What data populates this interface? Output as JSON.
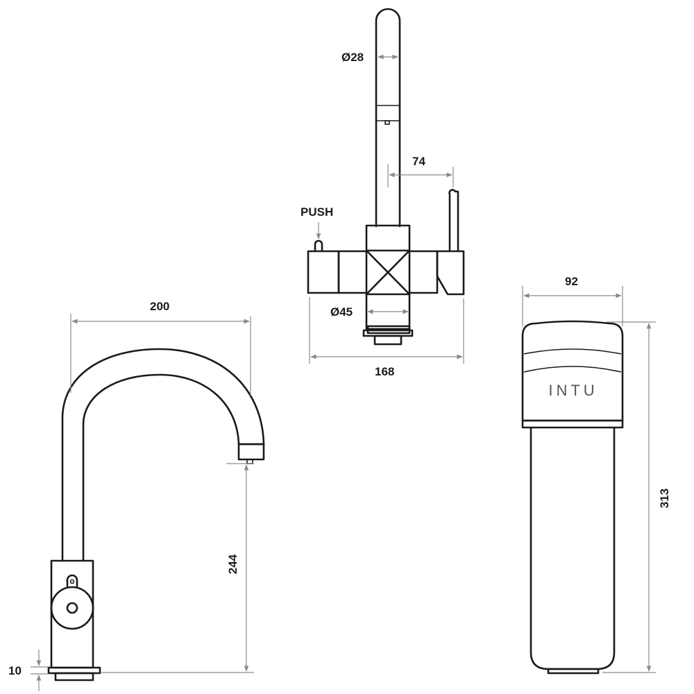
{
  "labels": {
    "diameter_spout": "Ø28",
    "spout_offset": "74",
    "push": "PUSH",
    "diameter_body": "Ø45",
    "body_width": "168",
    "reach": "200",
    "spout_height": "244",
    "base_height": "10",
    "filter_width": "92",
    "filter_height": "313",
    "brand": "INTU"
  },
  "colors": {
    "line": "#1a1a1a",
    "dimension": "#8a8a8a",
    "brand_text": "#555555"
  }
}
